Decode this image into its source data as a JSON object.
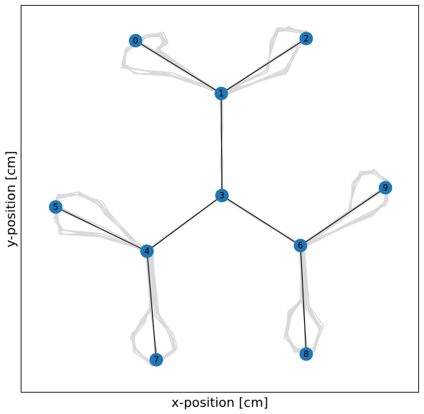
{
  "figure": {
    "xlabel": "x-position [cm]",
    "ylabel": "y-position [cm]"
  },
  "colors": {
    "node": "#1f77b4",
    "edge": "#000000",
    "track": "#d9d9d9",
    "frame": "#000000"
  },
  "graph": {
    "nodes": [
      {
        "id": "0",
        "label": "0"
      },
      {
        "id": "1",
        "label": "1"
      },
      {
        "id": "2",
        "label": "2"
      },
      {
        "id": "3",
        "label": "3"
      },
      {
        "id": "4",
        "label": "4"
      },
      {
        "id": "5",
        "label": "5"
      },
      {
        "id": "6",
        "label": "6"
      },
      {
        "id": "7",
        "label": "7"
      },
      {
        "id": "8",
        "label": "8"
      },
      {
        "id": "9",
        "label": "9"
      }
    ],
    "edges": [
      [
        "0",
        "1"
      ],
      [
        "1",
        "2"
      ],
      [
        "1",
        "3"
      ],
      [
        "3",
        "4"
      ],
      [
        "3",
        "6"
      ],
      [
        "4",
        "5"
      ],
      [
        "4",
        "7"
      ],
      [
        "6",
        "8"
      ],
      [
        "6",
        "9"
      ]
    ]
  }
}
